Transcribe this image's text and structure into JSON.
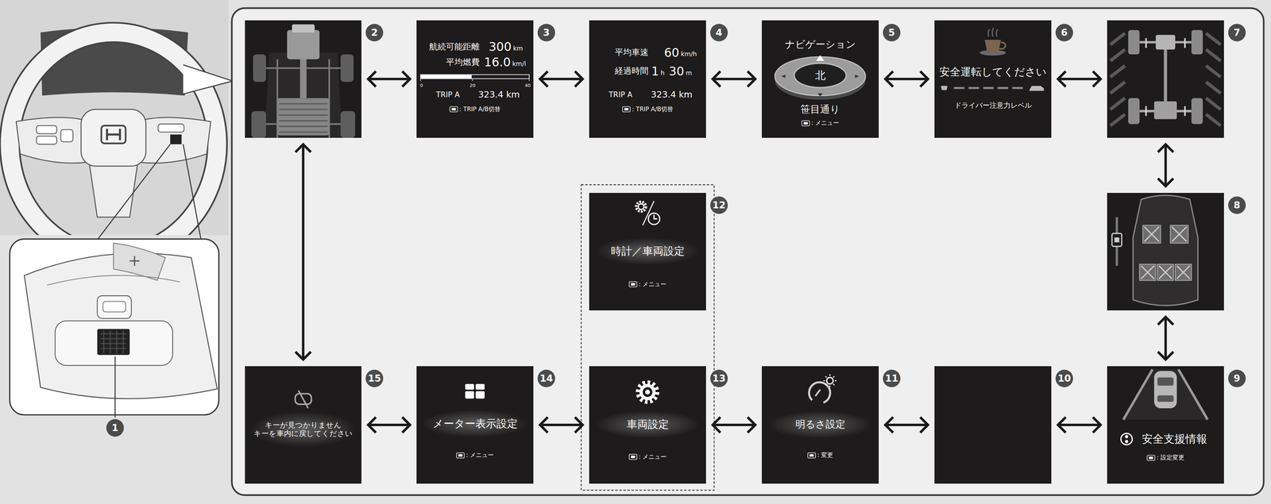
{
  "diagram": {
    "nodes": [
      {
        "text": [
          "2"
        ]
      },
      {
        "text": [
          "3",
          "航続可能距離",
          "300",
          "km",
          "平均燃費",
          "16.0",
          "km/l",
          "0",
          "20",
          "40",
          "TRIP A",
          "323.4 km",
          ": TRIP A/B切替"
        ]
      },
      {
        "text": [
          "4",
          "平均車速",
          "60",
          "km/h",
          "経過時間",
          "1",
          "h",
          "30",
          "m",
          "TRIP A",
          "323.4 km",
          ": TRIP A/B切替"
        ]
      },
      {
        "text": [
          "5",
          "ナビゲーション",
          "北",
          "笹目通り",
          ": メニュー"
        ]
      },
      {
        "text": [
          "6",
          "安全運転してください",
          "ドライバー注意力レベル"
        ]
      },
      {
        "text": [
          "7"
        ]
      },
      {
        "text": [
          "8"
        ]
      },
      {
        "text": [
          "9",
          "安全支援情報",
          ": 設定変更"
        ]
      },
      {
        "text": [
          "10"
        ]
      },
      {
        "text": [
          "11",
          "明るさ設定",
          ": 変更"
        ]
      },
      {
        "text": [
          "12",
          "時計／車両設定",
          ": メニュー"
        ]
      },
      {
        "text": [
          "13",
          "車両設定",
          ": メニュー"
        ]
      },
      {
        "text": [
          "14",
          "メーター表示設定",
          ": メニュー"
        ]
      },
      {
        "text": [
          "15",
          "キーが見つかりません キーを車内に戻してください"
        ]
      }
    ],
    "edges": [
      {
        "from": 0,
        "to": 1,
        "arrow": "both"
      },
      {
        "from": 1,
        "to": 2,
        "arrow": "both"
      },
      {
        "from": 2,
        "to": 3,
        "arrow": "both"
      },
      {
        "from": 3,
        "to": 4,
        "arrow": "both"
      },
      {
        "from": 4,
        "to": 5,
        "arrow": "both"
      },
      {
        "from": 5,
        "to": 6,
        "arrow": "both"
      },
      {
        "from": 6,
        "to": 7,
        "arrow": "both"
      },
      {
        "from": 7,
        "to": 8,
        "arrow": "both"
      },
      {
        "from": 8,
        "to": 9,
        "arrow": "both"
      },
      {
        "from": 9,
        "to": 11,
        "arrow": "both"
      },
      {
        "from": 11,
        "to": 12,
        "arrow": "both"
      },
      {
        "from": 12,
        "to": 13,
        "arrow": "both"
      },
      {
        "from": 13,
        "to": 0,
        "arrow": "both"
      }
    ],
    "labels": [
      "1"
    ]
  }
}
